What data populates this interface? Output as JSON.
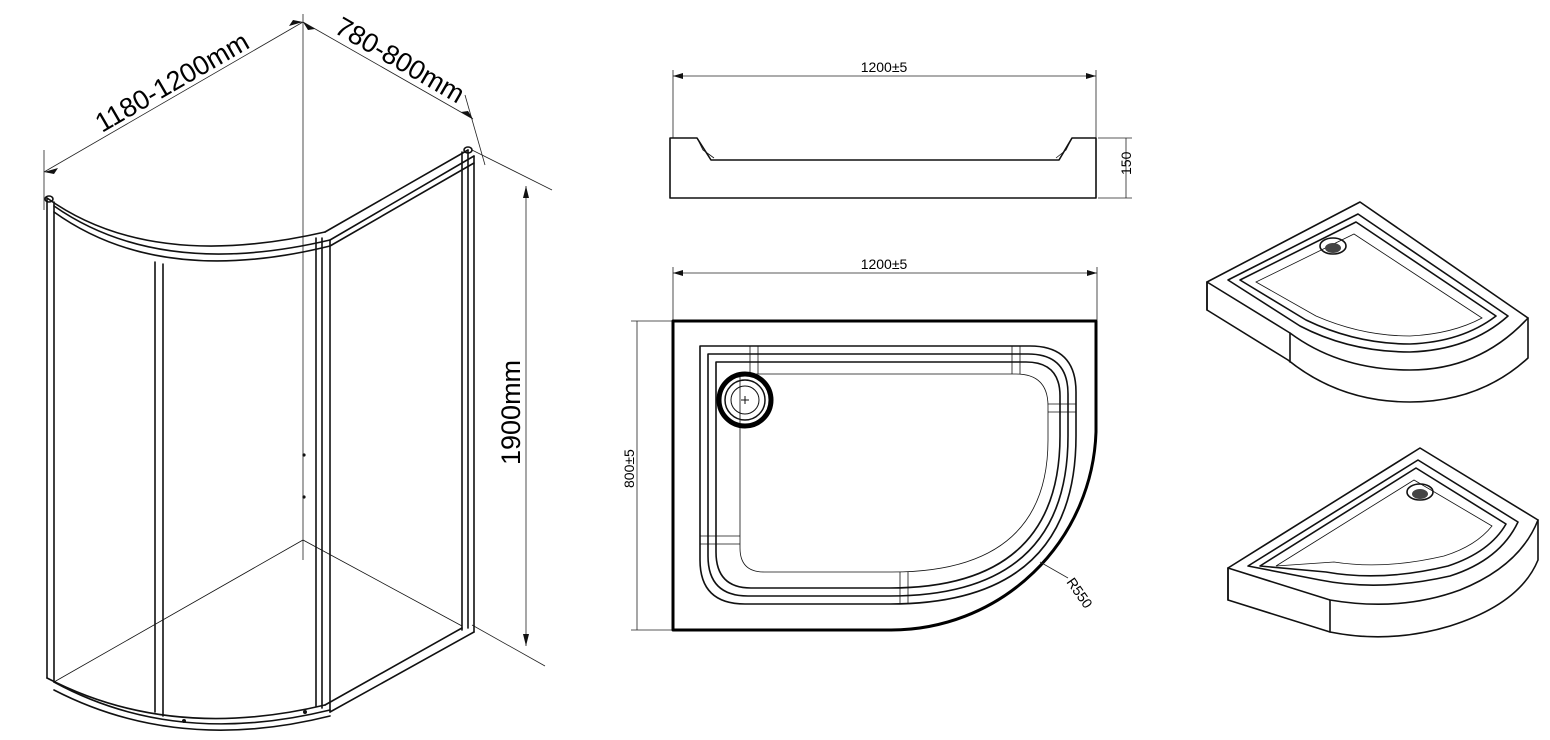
{
  "enclosure": {
    "width_label": "1180-1200mm",
    "depth_label": "780-800mm",
    "height_label": "1900mm"
  },
  "tray_side": {
    "length_label": "1200±5",
    "height_label": "150"
  },
  "tray_top": {
    "length_label": "1200±5",
    "depth_label": "800±5",
    "radius_label": "R550"
  },
  "colors": {
    "line": "#111111",
    "background": "#ffffff"
  }
}
